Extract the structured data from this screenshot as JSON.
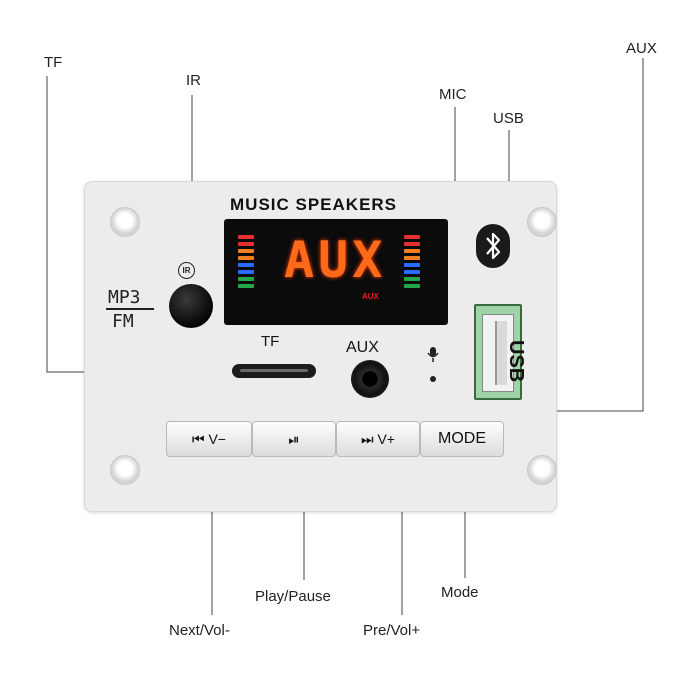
{
  "callouts": {
    "tf": "TF",
    "ir": "IR",
    "mic": "MIC",
    "usb": "USB",
    "aux": "AUX",
    "play_pause": "Play/Pause",
    "mode": "Mode",
    "next_vol": "Next/Vol-",
    "pre_vol": "Pre/Vol+"
  },
  "board": {
    "title": "MUSIC SPEAKERS",
    "display_text": "AUX",
    "display_sub": "AUX",
    "ir_badge": "IR",
    "mp3": "MP3",
    "fm": "FM",
    "tf_label": "TF",
    "aux_label": "AUX",
    "usb_label": "USB",
    "buttons": [
      {
        "label": "⏮ V−"
      },
      {
        "label": "⏯"
      },
      {
        "label": "⏭ V+"
      },
      {
        "label": "MODE"
      }
    ]
  },
  "colors": {
    "display_segments": "#ff6a1a",
    "bar_red": "#e53030",
    "bar_orange": "#f08020",
    "bar_blue": "#2a6cff",
    "bar_green": "#22a84a"
  }
}
